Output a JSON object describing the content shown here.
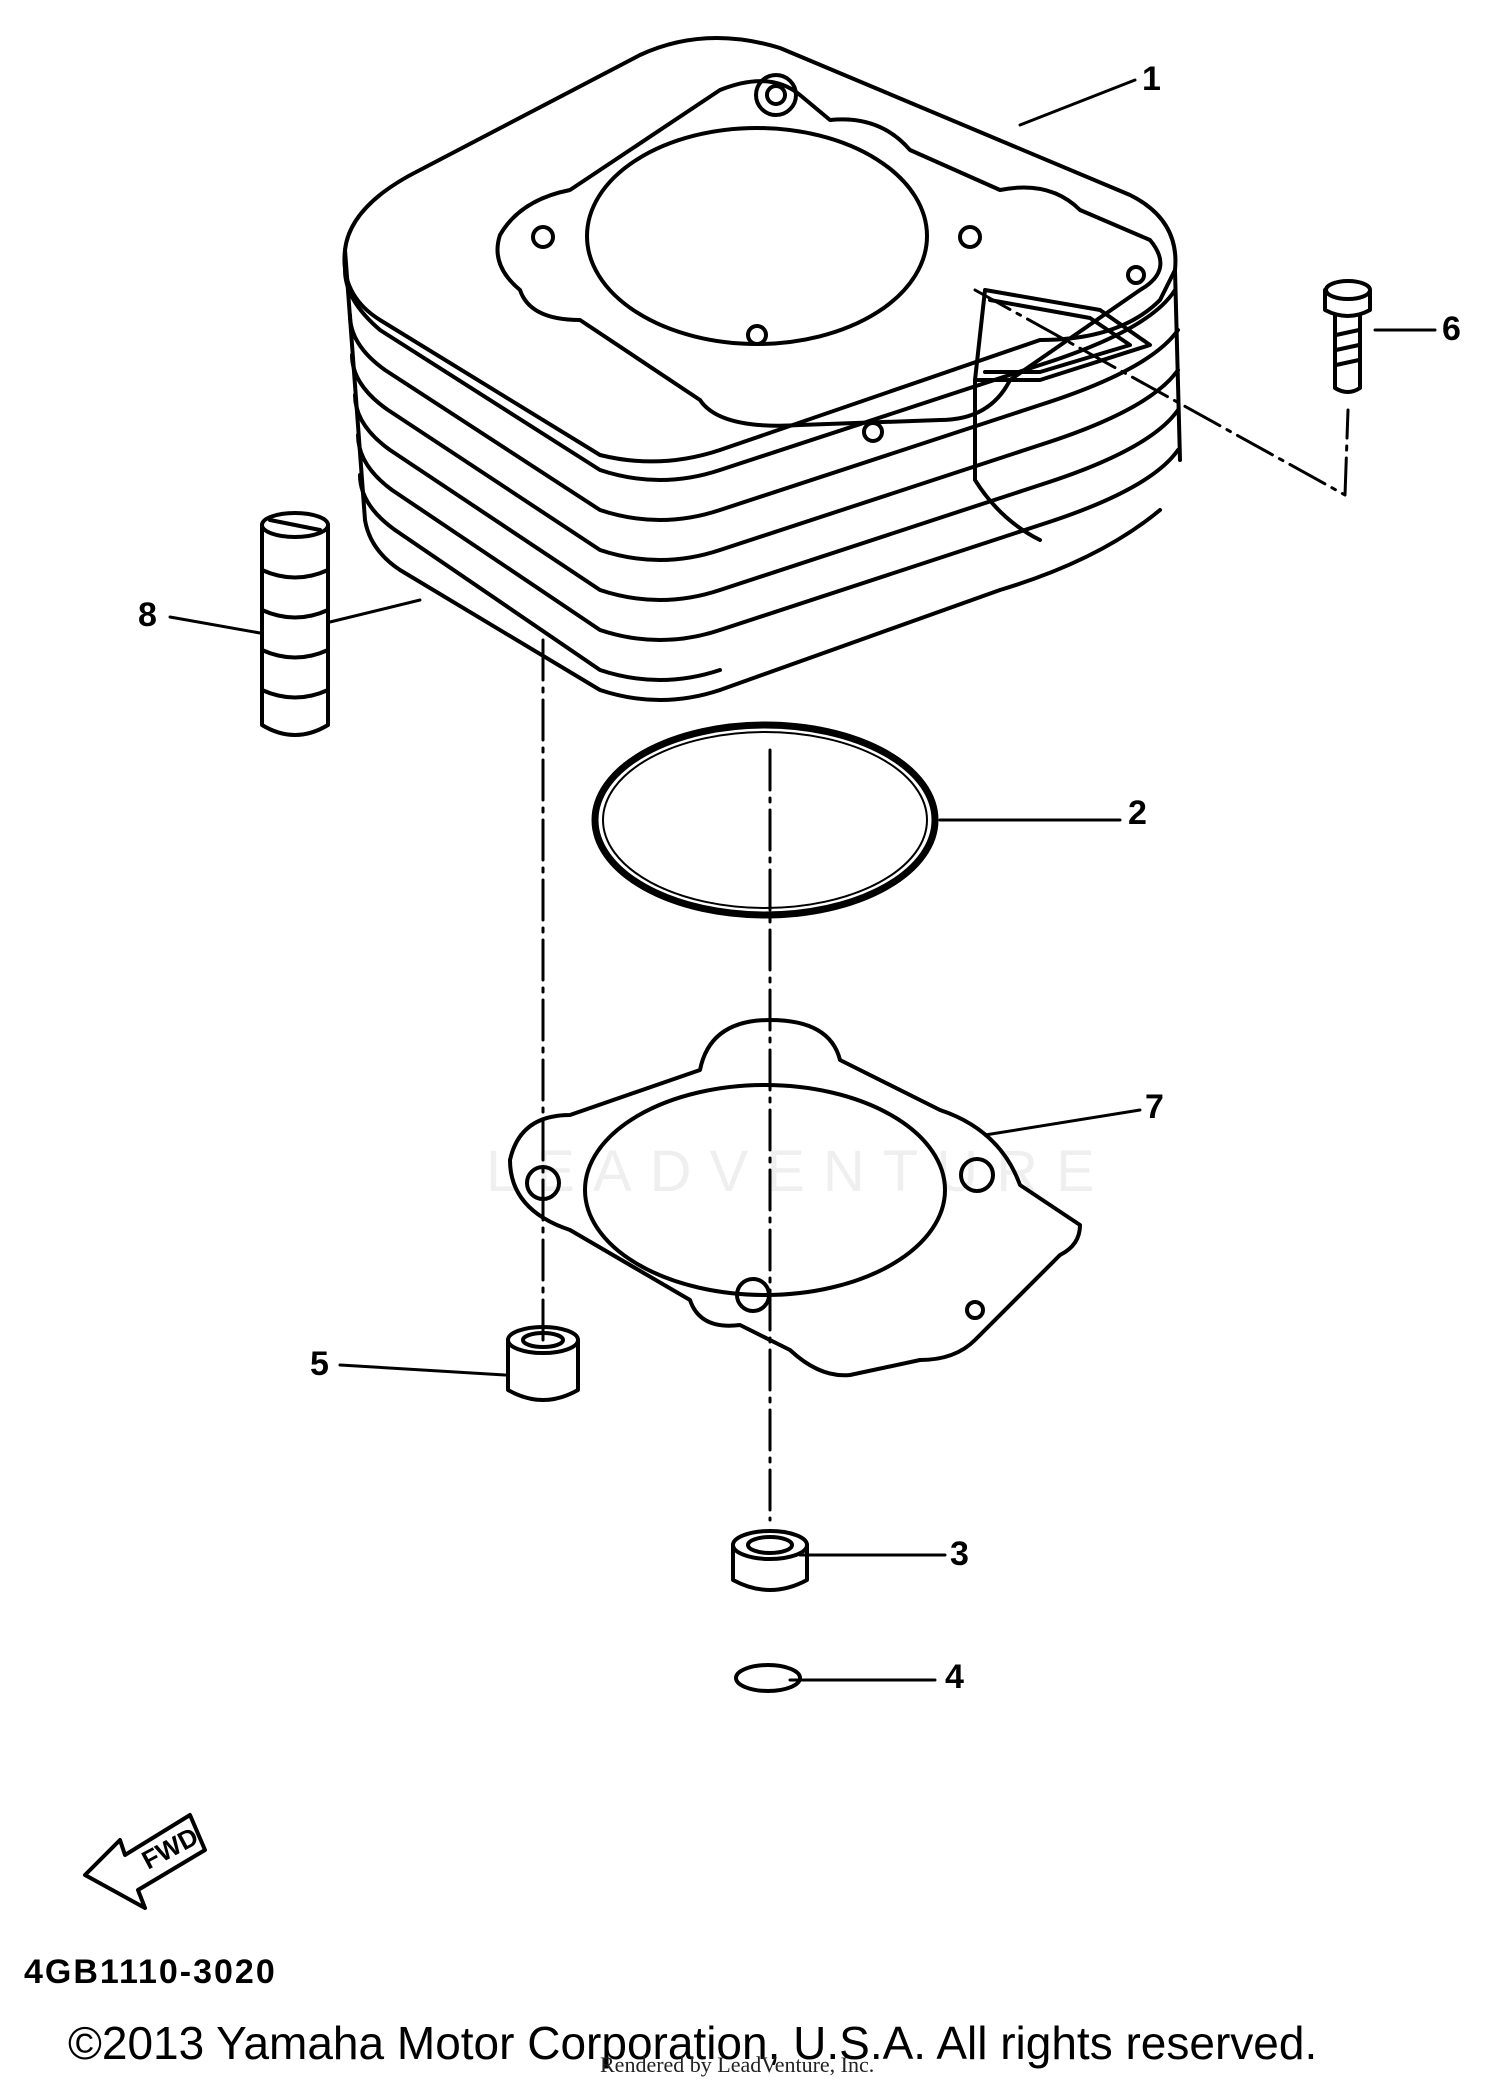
{
  "diagram": {
    "callouts": [
      {
        "id": "1",
        "label": "1"
      },
      {
        "id": "2",
        "label": "2"
      },
      {
        "id": "3",
        "label": "3"
      },
      {
        "id": "4",
        "label": "4"
      },
      {
        "id": "5",
        "label": "5"
      },
      {
        "id": "6",
        "label": "6"
      },
      {
        "id": "7",
        "label": "7"
      },
      {
        "id": "8",
        "label": "8"
      }
    ],
    "fwd_label": "FWD",
    "part_code": "4GB1110-3020",
    "watermark": "LEADVENTURE",
    "copyright": "©2013 Yamaha Motor Corporation, U.S.A. All rights reserved.",
    "rendered_by": "Rendered by LeadVenture, Inc."
  }
}
